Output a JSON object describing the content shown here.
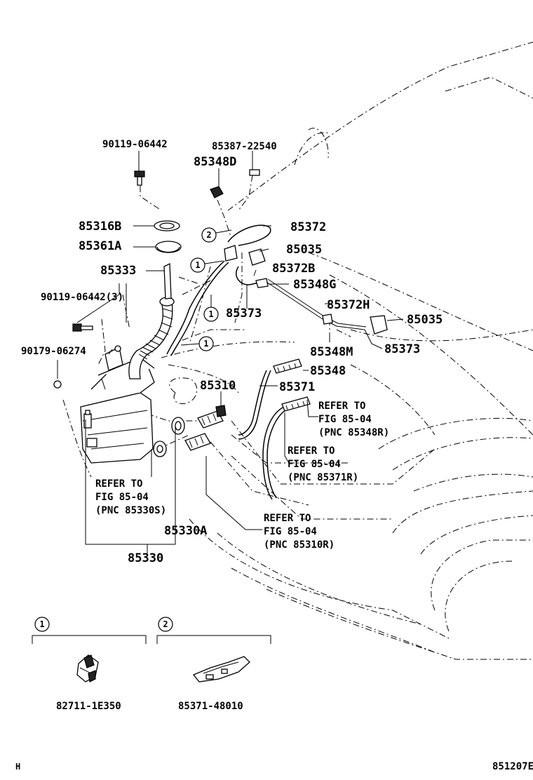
{
  "callouts": [
    {
      "id": "p1",
      "text": "90119-06442"
    },
    {
      "id": "p2",
      "text": "85387-22540"
    },
    {
      "id": "p3",
      "text": "85348D"
    },
    {
      "id": "p4",
      "text": "85316B"
    },
    {
      "id": "p5",
      "text": "85361A"
    },
    {
      "id": "p6",
      "text": "85372"
    },
    {
      "id": "p7",
      "text": "85035"
    },
    {
      "id": "p8",
      "text": "85333"
    },
    {
      "id": "p9",
      "text": "85372B"
    },
    {
      "id": "p10",
      "text": "85348G"
    },
    {
      "id": "p11",
      "text": "90119-06442(3)"
    },
    {
      "id": "p12",
      "text": "85373"
    },
    {
      "id": "p13",
      "text": "85372H"
    },
    {
      "id": "p14",
      "text": "85035"
    },
    {
      "id": "p15",
      "text": "90179-06274"
    },
    {
      "id": "p16",
      "text": "85348M"
    },
    {
      "id": "p17",
      "text": "85373"
    },
    {
      "id": "p18",
      "text": "85348"
    },
    {
      "id": "p19",
      "text": "85310"
    },
    {
      "id": "p20",
      "text": "85371"
    },
    {
      "id": "p21",
      "text": "85330A"
    },
    {
      "id": "p22",
      "text": "85330"
    }
  ],
  "refers": [
    {
      "lines": [
        "REFER TO",
        "FIG 85-04",
        "(PNC 85348R)"
      ]
    },
    {
      "lines": [
        "REFER TO",
        "FIG 85-04",
        "(PNC 85371R)"
      ]
    },
    {
      "lines": [
        "REFER TO",
        "FIG 85-04",
        "(PNC 85330S)"
      ]
    },
    {
      "lines": [
        "REFER TO",
        "FIG 85-04",
        "(PNC 85310R)"
      ]
    }
  ],
  "markers": [
    "1",
    "1",
    "1",
    "2"
  ],
  "inset": [
    {
      "marker": "1",
      "part": "82711-1E350"
    },
    {
      "marker": "2",
      "part": "85371-48010"
    }
  ],
  "footer": {
    "left": "H",
    "right": "851207E"
  }
}
